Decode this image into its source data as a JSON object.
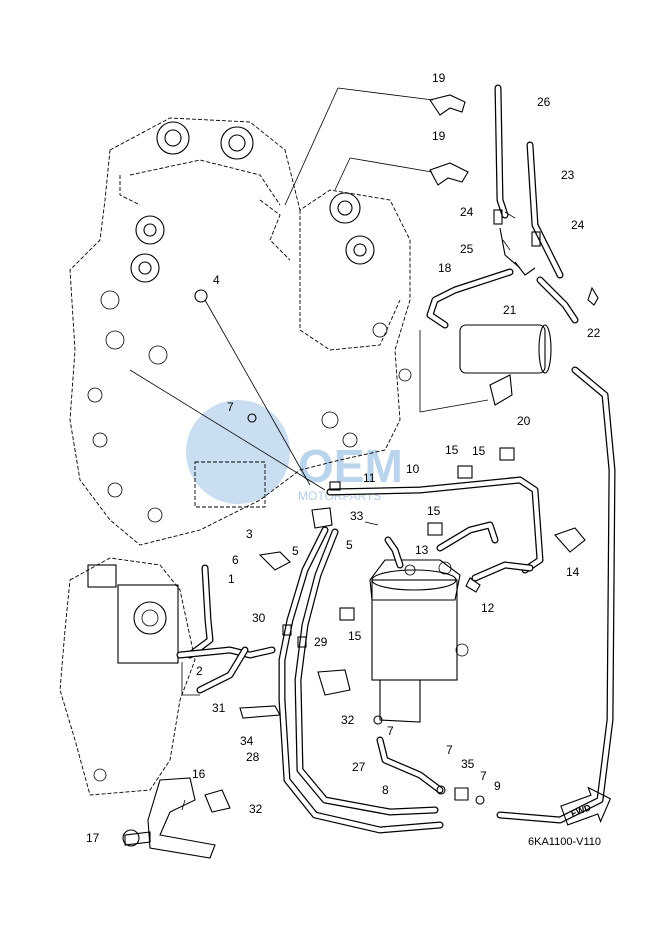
{
  "diagram_code": "6KA1100-V110",
  "fwd_label": "FWD",
  "watermark": {
    "big": "OEM",
    "small": "MOTORPARTS",
    "color": "#9ec3e6"
  },
  "callouts": {
    "c1": "1",
    "c2": "2",
    "c3": "3",
    "c4": "4",
    "c5a": "5",
    "c5b": "5",
    "c6": "6",
    "c7a": "7",
    "c7b": "7",
    "c7c": "7",
    "c7d": "7",
    "c8": "8",
    "c9": "9",
    "c10": "10",
    "c11": "11",
    "c12": "12",
    "c13": "13",
    "c14": "14",
    "c15a": "15",
    "c15b": "15",
    "c15c": "15",
    "c15d": "15",
    "c16": "16",
    "c17": "17",
    "c18": "18",
    "c19a": "19",
    "c19b": "19",
    "c20": "20",
    "c21": "21",
    "c22": "22",
    "c23": "23",
    "c24a": "24",
    "c24b": "24",
    "c25": "25",
    "c26": "26",
    "c27": "27",
    "c28": "28",
    "c29": "29",
    "c30": "30",
    "c31": "31",
    "c32a": "32",
    "c32b": "32",
    "c33": "33",
    "c34": "34",
    "c35": "35"
  }
}
